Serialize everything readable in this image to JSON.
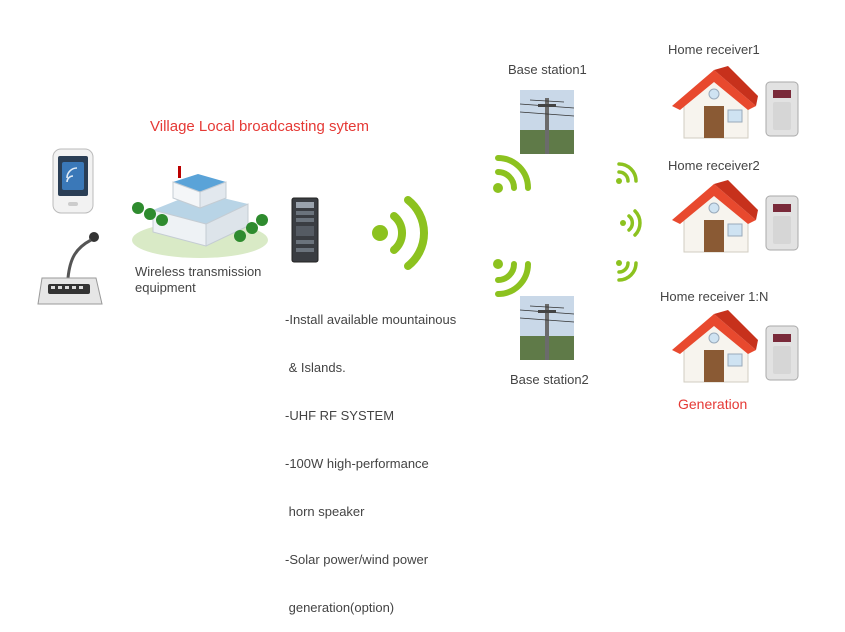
{
  "title": "Village Local broadcasting sytem",
  "left": {
    "caption_line1": "Wireless transmission",
    "caption_line2": "equipment"
  },
  "specs": [
    "-Install available mountainous",
    " & Islands.",
    "-UHF RF SYSTEM",
    "-100W high-performance",
    " horn speaker",
    "-Solar power/wind power",
    " generation(option)"
  ],
  "base_stations": {
    "top": "Base station1",
    "bottom": "Base station2"
  },
  "receivers": {
    "r1": "Home receiver1",
    "r2": "Home receiver2",
    "rn": "Home receiver 1:N"
  },
  "footer": "Generation",
  "colors": {
    "signal_green": "#8cc21f",
    "accent_red": "#e53935",
    "roof_red": "#e8492e"
  }
}
